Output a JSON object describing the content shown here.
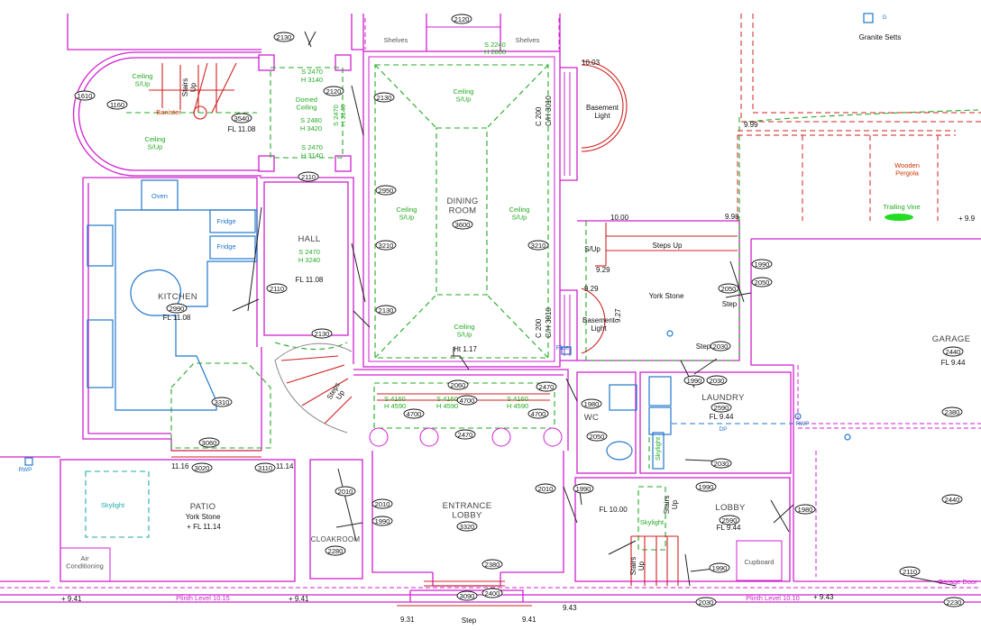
{
  "rooms": {
    "dining": "DINING\nROOM",
    "hall": "HALL",
    "kitchen": "KITCHEN",
    "patio": "PATIO",
    "entrance_lobby": "ENTRANCE\nLOBBY",
    "cloakroom": "CLOAKROOM",
    "laundry": "LAUNDRY",
    "wc": "WC",
    "lobby": "LOBBY",
    "garage": "GARAGE"
  },
  "fixtures": {
    "oven": "Oven",
    "fridge1": "Fridge",
    "fridge2": "Fridge",
    "shelves_left": "Shelves",
    "shelves_right": "Shelves",
    "cupboard": "Cupboard",
    "air_conditioning": "Air\nConditioning",
    "skylight_patio": "Skylight",
    "skylight_laundry": "Skylight",
    "skylight_lobby": "Skylight",
    "basement_light_top": "Basement\nLight",
    "basement_light_bottom": "Basement\nLight",
    "wooden_pergola": "Wooden\nPergola",
    "trailing_vine": "Trailing Vine",
    "granite_setts": "Granite Setts",
    "banister": "Banister",
    "flue": "Flue",
    "rwp_left": "RWP",
    "rwp_right": "RWP",
    "york_stone_garden": "York Stone",
    "york_stone_patio": "York Stone",
    "g_marker": "G",
    "dp": "DP"
  },
  "floor_levels": {
    "kitchen": "FL 11.08",
    "hall": "FL 11.08",
    "stairs": "FL 11.08",
    "patio": "+ FL 11.14",
    "lobby_left": "FL 10.00",
    "laundry": "FL 9.44",
    "lobby": "FL 9.44",
    "garage": "FL 9.44"
  },
  "levels": {
    "l1003": "10.03",
    "l999": "9.99",
    "l1000": "10.00",
    "l998": "9.98",
    "l99": "+ 9.9",
    "l929": "9.29",
    "l929b": "9.29",
    "l927": "9.27",
    "l1116": "11.16",
    "l1114": "11.14",
    "l941a": "+ 9.41",
    "l941b": "+ 9.41",
    "l943a": "9.43",
    "l943b": "+ 9.43",
    "l931": "9.31",
    "l941c": "9.41",
    "plinth_left": "Plinth Level 10.15",
    "plinth_right": "Plinth Level 10.10",
    "ht": "Ht 1.17"
  },
  "ceilings": {
    "stair_ceiling": "Ceiling\nS/Up",
    "stair_ceiling2": "Ceiling\nS/Up",
    "dining_top": "Ceiling\nS/Up",
    "dining_left": "Ceiling\nS/Up",
    "dining_right": "Ceiling\nS/Up",
    "dining_bottom": "Ceiling\nS/Up",
    "domed": "Domed\nCeiling",
    "domed_s": "S 2480",
    "domed_h": "H 3420",
    "s2470a": "S 2470",
    "h3140a": "H 3140",
    "s2470b": "S 2470",
    "h3140b": "H 3140",
    "hall_s": "S 2470",
    "hall_h": "H 3240",
    "shelf_s": "S 2240",
    "shelf_h": "H 2800",
    "lobby1_s": "S 4160",
    "lobby1_h": "H 4590",
    "lobby2_s": "S 4160",
    "lobby2_h": "H 4590",
    "lobby3_s": "S 4160",
    "lobby3_h": "H 4590",
    "c200a": "C 200",
    "ch3010a": "C/H 3010",
    "c200b": "C 200",
    "ch3010b": "C/H 3010",
    "vert_s": "S 2470",
    "vert_h": "H 3140"
  },
  "stairs": {
    "stairs_up_top": "Stairs\nUp",
    "steps_up": "Steps Up",
    "s_up": "S/Up",
    "step1": "Step",
    "step2": "Step",
    "step3": "Step",
    "steps_hall": "Steps\nUp",
    "stairs_up_lobby": "Stairs\nUp",
    "stairs_up_lobby2": "Stairs\nUp"
  },
  "garage_door": "Garage Door",
  "dims": {
    "d2120": "2120",
    "d2130a": "2130",
    "d2120b": "2120",
    "d2130b": "2130",
    "d3540": "3540",
    "d1610": "1610",
    "d1160": "1160",
    "d2110a": "2110",
    "d2950": "2950",
    "d3600": "3600",
    "d3210a": "3210",
    "d3210b": "3210",
    "d2110b": "2110",
    "d2130c": "2130",
    "d2990": "2990",
    "d2130d": "2130",
    "d3310": "3310",
    "d3060": "3060",
    "d3020": "3020",
    "d3110": "3110",
    "d2060": "2060",
    "d4700a": "4700",
    "d4700b": "4700",
    "d4700c": "4700",
    "d2470a": "2470",
    "d2470b": "2470",
    "d1980a": "1980",
    "d2050a": "2050",
    "d1990a": "1990",
    "d2050b": "2050",
    "d2030a": "2030",
    "d2050c": "2050",
    "d1990b": "1990",
    "d2030b": "2030",
    "d2590a": "2590",
    "d2030c": "2030",
    "d1990c": "1990",
    "d2590b": "2590",
    "d1980b": "1980",
    "d1990d": "1990",
    "d2030d": "2030",
    "d2010a": "2010",
    "d2010b": "2010",
    "d1990e": "1990",
    "d2010c": "2010",
    "d1990f": "1990",
    "d3320": "3320",
    "d2280": "2280",
    "d2380a": "2380",
    "d2400": "2400",
    "d3090": "3090",
    "d2440a": "2440",
    "d2380b": "2380",
    "d2440b": "2440",
    "d2110c": "2110",
    "d2230": "2230"
  }
}
